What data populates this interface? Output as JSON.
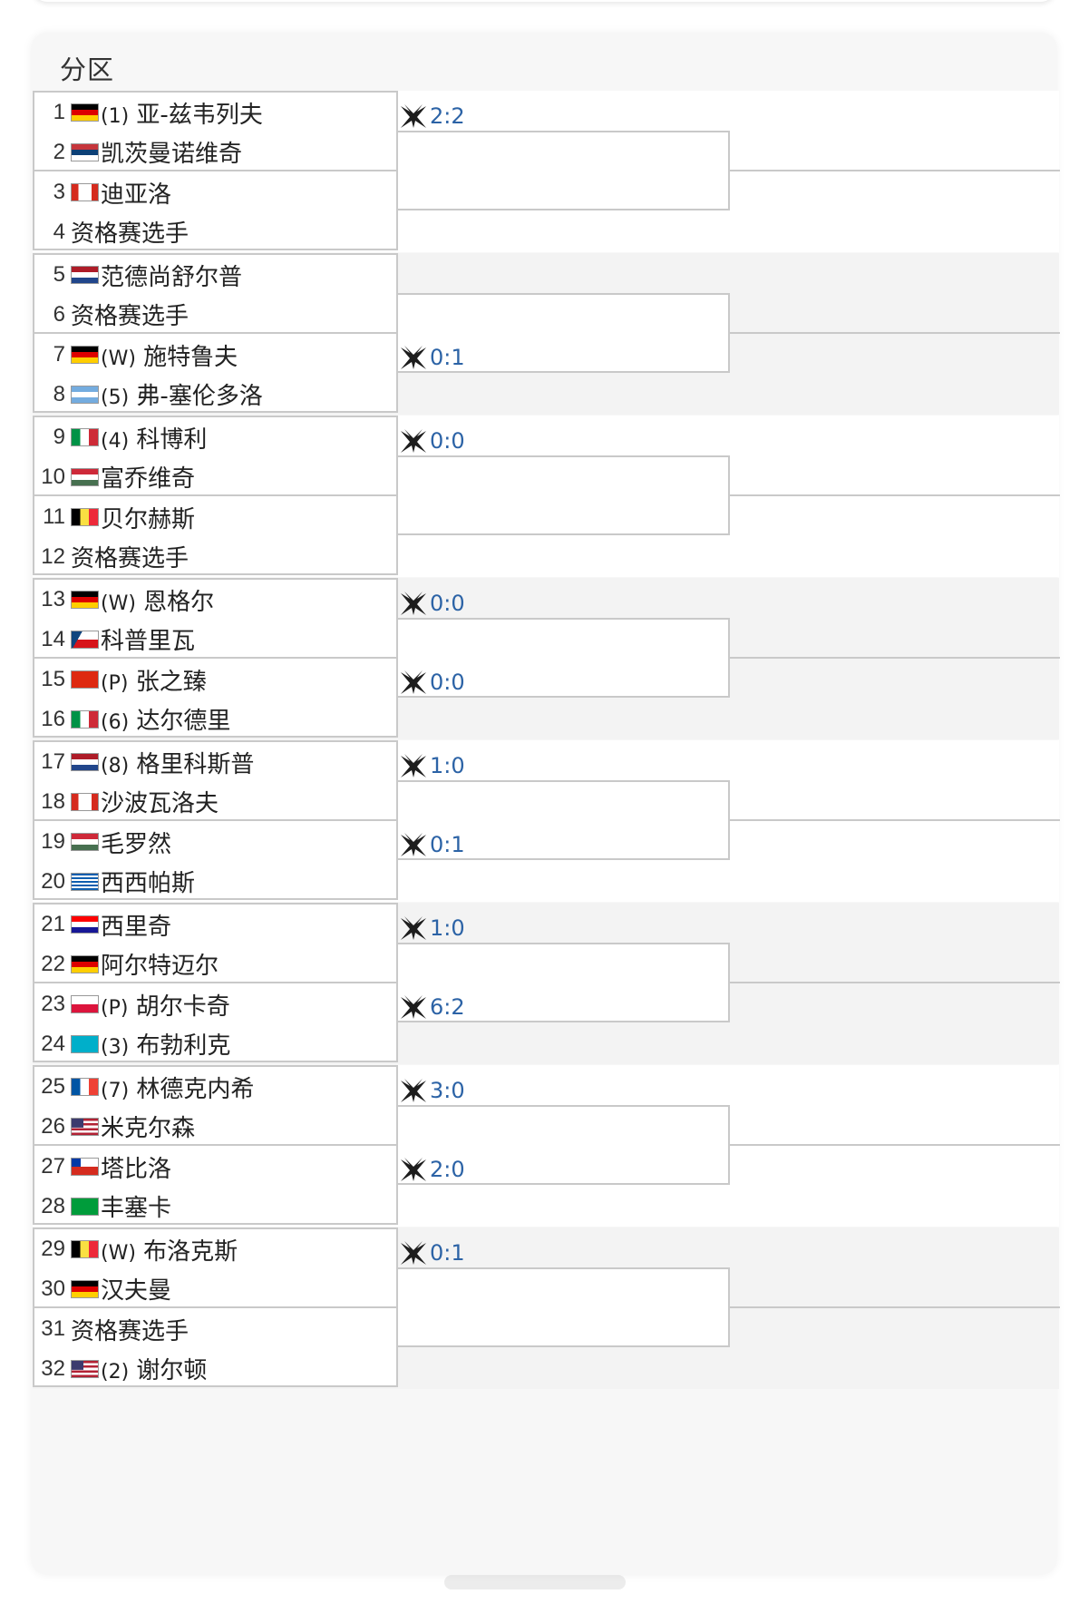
{
  "title": "分区",
  "colors": {
    "score": "#2c63a6",
    "border": "#c9c9c9"
  },
  "groups": [
    {
      "players": [
        {
          "no": "1",
          "flag": "germany",
          "tag": "(1)",
          "name": "亚-兹韦列夫"
        },
        {
          "no": "2",
          "flag": "serbia",
          "tag": "",
          "name": "凯茨曼诺维奇"
        },
        {
          "no": "3",
          "flag": "canada",
          "tag": "",
          "name": "迪亚洛"
        },
        {
          "no": "4",
          "flag": "",
          "tag": "",
          "name": "资格赛选手"
        }
      ],
      "h2h": [
        {
          "pair": 0,
          "score": "2:2"
        }
      ]
    },
    {
      "players": [
        {
          "no": "5",
          "flag": "netherlands",
          "tag": "",
          "name": "范德尚舒尔普"
        },
        {
          "no": "6",
          "flag": "",
          "tag": "",
          "name": "资格赛选手"
        },
        {
          "no": "7",
          "flag": "germany",
          "tag": "(W)",
          "name": "施特鲁夫"
        },
        {
          "no": "8",
          "flag": "argentina",
          "tag": "(5)",
          "name": "弗-塞伦多洛"
        }
      ],
      "h2h": [
        {
          "pair": 1,
          "score": "0:1"
        }
      ]
    },
    {
      "players": [
        {
          "no": "9",
          "flag": "italy",
          "tag": "(4)",
          "name": "科博利"
        },
        {
          "no": "10",
          "flag": "hungary",
          "tag": "",
          "name": "富乔维奇"
        },
        {
          "no": "11",
          "flag": "belgium",
          "tag": "",
          "name": "贝尔赫斯"
        },
        {
          "no": "12",
          "flag": "",
          "tag": "",
          "name": "资格赛选手"
        }
      ],
      "h2h": [
        {
          "pair": 0,
          "score": "0:0"
        }
      ]
    },
    {
      "players": [
        {
          "no": "13",
          "flag": "germany",
          "tag": "(W)",
          "name": "恩格尔"
        },
        {
          "no": "14",
          "flag": "czech",
          "tag": "",
          "name": "科普里瓦"
        },
        {
          "no": "15",
          "flag": "china",
          "tag": "(P)",
          "name": "张之臻"
        },
        {
          "no": "16",
          "flag": "italy",
          "tag": "(6)",
          "name": "达尔德里"
        }
      ],
      "h2h": [
        {
          "pair": 0,
          "score": "0:0"
        },
        {
          "pair": 1,
          "score": "0:0"
        }
      ]
    },
    {
      "players": [
        {
          "no": "17",
          "flag": "netherlands",
          "tag": "(8)",
          "name": "格里科斯普"
        },
        {
          "no": "18",
          "flag": "canada",
          "tag": "",
          "name": "沙波瓦洛夫"
        },
        {
          "no": "19",
          "flag": "hungary",
          "tag": "",
          "name": "毛罗然"
        },
        {
          "no": "20",
          "flag": "greece",
          "tag": "",
          "name": "西西帕斯"
        }
      ],
      "h2h": [
        {
          "pair": 0,
          "score": "1:0"
        },
        {
          "pair": 1,
          "score": "0:1"
        }
      ]
    },
    {
      "players": [
        {
          "no": "21",
          "flag": "croatia",
          "tag": "",
          "name": "西里奇"
        },
        {
          "no": "22",
          "flag": "germany",
          "tag": "",
          "name": "阿尔特迈尔"
        },
        {
          "no": "23",
          "flag": "poland",
          "tag": "(P)",
          "name": "胡尔卡奇"
        },
        {
          "no": "24",
          "flag": "kazakhstan",
          "tag": "(3)",
          "name": "布勃利克"
        }
      ],
      "h2h": [
        {
          "pair": 0,
          "score": "1:0"
        },
        {
          "pair": 1,
          "score": "6:2"
        }
      ]
    },
    {
      "players": [
        {
          "no": "25",
          "flag": "france",
          "tag": "(7)",
          "name": "林德克内希"
        },
        {
          "no": "26",
          "flag": "usa",
          "tag": "",
          "name": "米克尔森"
        },
        {
          "no": "27",
          "flag": "chile",
          "tag": "",
          "name": "塔比洛"
        },
        {
          "no": "28",
          "flag": "brazil",
          "tag": "",
          "name": "丰塞卡"
        }
      ],
      "h2h": [
        {
          "pair": 0,
          "score": "3:0"
        },
        {
          "pair": 1,
          "score": "2:0"
        }
      ]
    },
    {
      "players": [
        {
          "no": "29",
          "flag": "belgium",
          "tag": "(W)",
          "name": "布洛克斯"
        },
        {
          "no": "30",
          "flag": "germany",
          "tag": "",
          "name": "汉夫曼"
        },
        {
          "no": "31",
          "flag": "",
          "tag": "",
          "name": "资格赛选手"
        },
        {
          "no": "32",
          "flag": "usa",
          "tag": "(2)",
          "name": "谢尔顿"
        }
      ],
      "h2h": [
        {
          "pair": 0,
          "score": "0:1"
        }
      ]
    }
  ]
}
